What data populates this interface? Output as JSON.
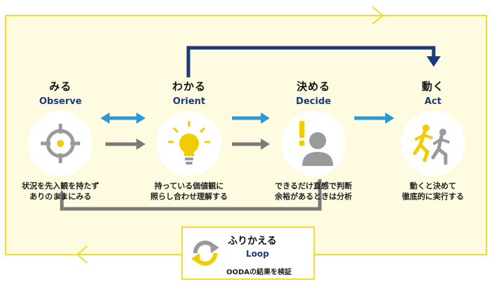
{
  "colors": {
    "frame": "#f3dc2e",
    "background": "#fffbe1",
    "dark_blue": "#1b3a7a",
    "cyan_arrow": "#2a9ad9",
    "gray_arrow": "#7a7a7a",
    "icon_yellow": "#f0cc00",
    "icon_gray": "#9a9a9a"
  },
  "stages": [
    {
      "id": "observe",
      "title": "みる",
      "sub_cap": "O",
      "sub_rest": "bserve",
      "desc_line1": "状況を先入観を持たず",
      "desc_line2": "ありのままにみる",
      "icon": "crosshair-icon"
    },
    {
      "id": "orient",
      "title": "わかる",
      "sub_cap": "O",
      "sub_rest": "rient",
      "desc_line1": "持っている価値観に",
      "desc_line2": "照らし合わせ理解する",
      "icon": "lightbulb-icon"
    },
    {
      "id": "decide",
      "title": "決める",
      "sub_cap": "D",
      "sub_rest": "ecide",
      "desc_line1": "できるだけ直感で判断",
      "desc_line2": "余裕があるときは分析",
      "icon": "person-exclamation-icon"
    },
    {
      "id": "act",
      "title": "動く",
      "sub_cap": "A",
      "sub_rest": "ct",
      "desc_line1": "動くと決めて",
      "desc_line2": "徹底的に実行する",
      "icon": "running-people-icon"
    }
  ],
  "loop": {
    "title": "ふりかえる",
    "sub_cap": "L",
    "sub_rest": "oop",
    "desc": "OODAの結果を検証",
    "icon": "refresh-icon"
  }
}
